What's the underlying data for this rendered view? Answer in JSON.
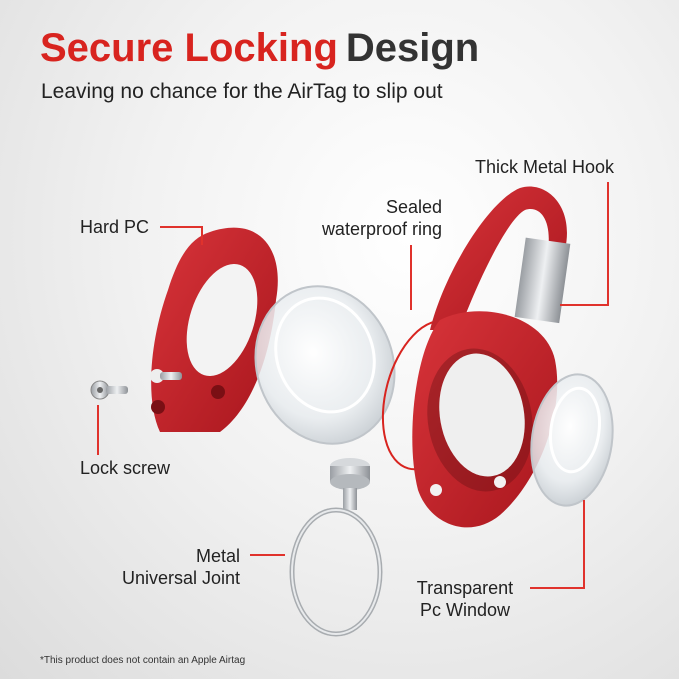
{
  "headline": {
    "accent_text": "Secure Locking",
    "plain_text": "Design"
  },
  "subtitle": "Leaving no chance for the AirTag to slip out",
  "labels": {
    "hook": "Thick Metal Hook",
    "ring_line1": "Sealed",
    "ring_line2": "waterproof ring",
    "pc": "Hard PC",
    "screw": "Lock screw",
    "joint_line1": "Metal",
    "joint_line2": "Universal Joint",
    "window_line1": "Transparent",
    "window_line2": "Pc Window"
  },
  "footnote": "*This product does not contain an Apple Airtag",
  "colors": {
    "accent": "#d8241f",
    "product_red": "#c8232a",
    "leader_line": "#e0322c",
    "text": "#222222"
  }
}
